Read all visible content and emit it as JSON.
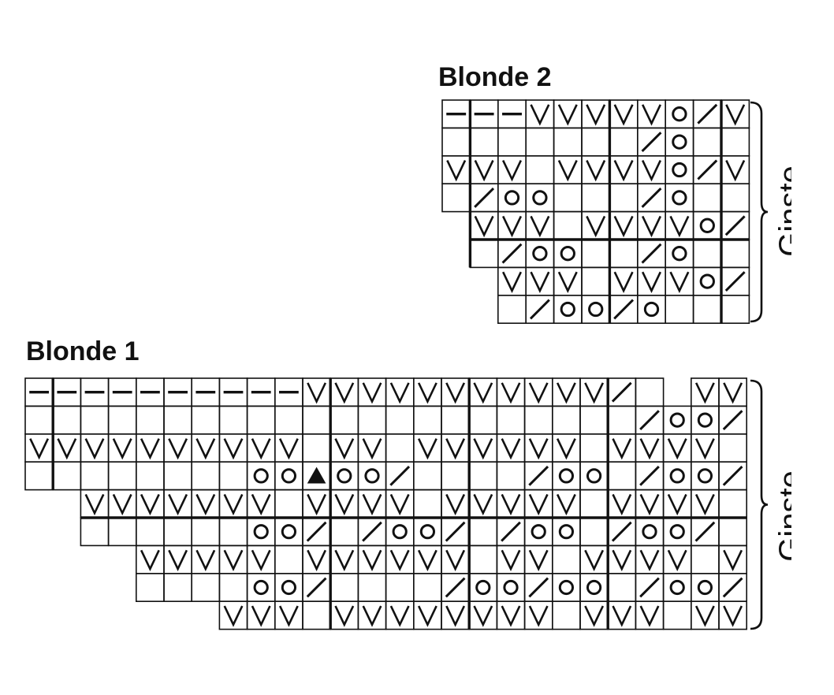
{
  "charts": [
    {
      "title": "Blonde 2",
      "brace_label": "Ginste",
      "rows": [
        "---VVVVVO/V",
        "       /O  I",
        "VVV VVVVO/V",
        " /OO   /O  I",
        "xVVV VVVVO/V",
        "x /OO  /O  I",
        "xxVVV VVVO/V",
        "xx /OO/O   I"
      ]
    },
    {
      "title": "Blonde 1",
      "brace_label": "Ginste",
      "rows": [
        "----------VVVVVVVVVVV/ xVV VV",
        "                      /OO/ ",
        "VVVVVVVVVV VV VVVVVV VVVV VV",
        "        OOTOO/    /OO /OO/ ",
        "xxVVVVVVV VVVV VVVVV VVVV VV",
        "xx      OO/ /OO/ /OO /OO/ ",
        "xxxxVVVVV VVVVVV VV VVVV VV",
        "xxxx    OO/    /OO/OO /OO/ ",
        "xxxxxxxVVV VVVVVVVV VVV VV"
      ]
    }
  ],
  "colors": {
    "ink": "#111111",
    "paper": "#ffffff"
  },
  "legend_symbols": {
    "V": "v-stitch-icon",
    "-": "dash-stitch-icon",
    "/": "slash-stitch-icon",
    "O": "circle-stitch-icon",
    "I": "bar-stitch-icon",
    "T": "triangle-stitch-icon"
  }
}
